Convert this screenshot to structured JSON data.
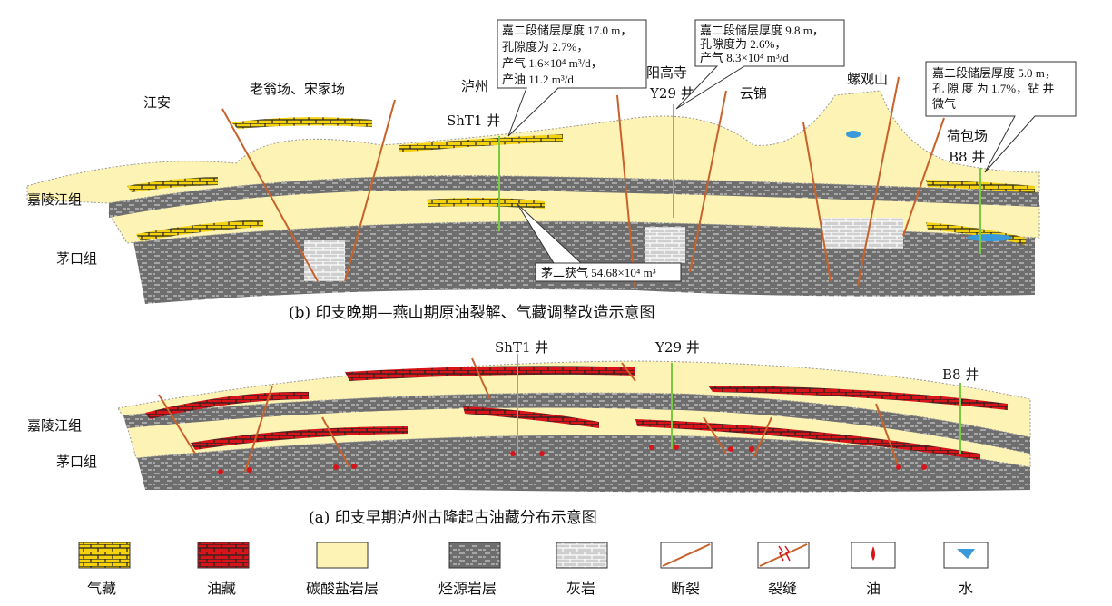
{
  "panel_b": {
    "caption": "(b) 印支晚期—燕山期原油裂解、气藏调整改造示意图",
    "places": {
      "jiangan": "江安",
      "laoweng": "老翁场、宋家场",
      "luzhou": "泸州",
      "shtl_well": "ShT1 井",
      "yanggaosi": "阳高寺",
      "y29_well": "Y29 井",
      "yunjin": "云锦",
      "luoguanshan": "螺观山",
      "hebaochang": "荷包场",
      "b8_well": "B8 井"
    },
    "formations": {
      "jialingjiang": "嘉陵江组",
      "maokou": "茅口组"
    },
    "annotations": {
      "shtl": [
        "嘉二段储层厚度 17.0 m，",
        "孔隙度为 2.7%，",
        "产气 1.6×10⁴ m³/d，",
        "产油 11.2 m³/d"
      ],
      "y29": [
        "嘉二段储层厚度 9.8 m，",
        "孔隙度为 2.6%，",
        "产气 8.3×10⁴ m³/d"
      ],
      "b8": [
        "嘉二段储层厚度 5.0 m，",
        "孔 隙 度 为 1.7%，钻 井",
        "微气"
      ],
      "maoer": "茅二获气 54.68×10⁴ m³"
    }
  },
  "panel_a": {
    "caption": "(a) 印支早期泸州古隆起古油藏分布示意图",
    "wells": {
      "shtl": "ShT1 井",
      "y29": "Y29 井",
      "b8": "B8 井"
    },
    "formations": {
      "jialingjiang": "嘉陵江组",
      "maokou": "茅口组"
    }
  },
  "legend": [
    {
      "label": "气藏",
      "icon": "gas-reservoir-icon"
    },
    {
      "label": "油藏",
      "icon": "oil-reservoir-icon"
    },
    {
      "label": "碳酸盐岩层",
      "icon": "carbonate-layer-icon"
    },
    {
      "label": "烃源岩层",
      "icon": "source-rock-icon"
    },
    {
      "label": "灰岩",
      "icon": "limestone-icon"
    },
    {
      "label": "断裂",
      "icon": "fault-icon"
    },
    {
      "label": "裂缝",
      "icon": "fracture-icon"
    },
    {
      "label": "油",
      "icon": "oil-drop-icon"
    },
    {
      "label": "水",
      "icon": "water-icon"
    }
  ],
  "colors": {
    "gas": "#f5d20f",
    "oil": "#d7141a",
    "carbonate": "#fdf3b5",
    "source": "#6e6e6e",
    "limestone": "#bdbdbd",
    "fault": "#c8612a",
    "well": "#7ac943",
    "water": "#3a9ad9"
  }
}
